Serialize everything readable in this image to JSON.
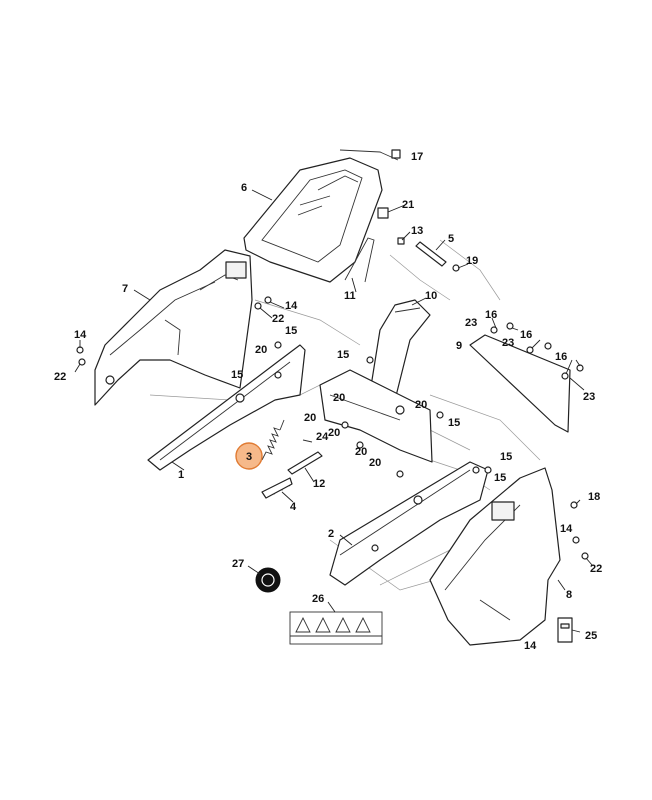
{
  "callouts": [
    {
      "id": "c17",
      "text": "17"
    },
    {
      "id": "c6",
      "text": "6"
    },
    {
      "id": "c21",
      "text": "21"
    },
    {
      "id": "c13",
      "text": "13"
    },
    {
      "id": "c5",
      "text": "5"
    },
    {
      "id": "c19",
      "text": "19"
    },
    {
      "id": "c11",
      "text": "11"
    },
    {
      "id": "c7",
      "text": "7"
    },
    {
      "id": "c14a",
      "text": "14"
    },
    {
      "id": "c22a",
      "text": "22"
    },
    {
      "id": "c15a",
      "text": "15"
    },
    {
      "id": "c10",
      "text": "10"
    },
    {
      "id": "c14b",
      "text": "14"
    },
    {
      "id": "c22b",
      "text": "22"
    },
    {
      "id": "c16a",
      "text": "16"
    },
    {
      "id": "c23a",
      "text": "23"
    },
    {
      "id": "c16b",
      "text": "16"
    },
    {
      "id": "c9",
      "text": "9"
    },
    {
      "id": "c23b",
      "text": "23"
    },
    {
      "id": "c16c",
      "text": "16"
    },
    {
      "id": "c23c",
      "text": "23"
    },
    {
      "id": "c20a",
      "text": "20"
    },
    {
      "id": "c15b",
      "text": "15"
    },
    {
      "id": "c15c",
      "text": "15"
    },
    {
      "id": "c20b",
      "text": "20"
    },
    {
      "id": "c20c",
      "text": "20"
    },
    {
      "id": "c20d",
      "text": "20"
    },
    {
      "id": "c15d",
      "text": "15"
    },
    {
      "id": "c24",
      "text": "24"
    },
    {
      "id": "c3",
      "text": "3"
    },
    {
      "id": "c20e",
      "text": "20"
    },
    {
      "id": "c20f",
      "text": "20"
    },
    {
      "id": "c1",
      "text": "1"
    },
    {
      "id": "c20g",
      "text": "20"
    },
    {
      "id": "c15e",
      "text": "15"
    },
    {
      "id": "c15f",
      "text": "15"
    },
    {
      "id": "c12",
      "text": "12"
    },
    {
      "id": "c4",
      "text": "4"
    },
    {
      "id": "c18",
      "text": "18"
    },
    {
      "id": "c2",
      "text": "2"
    },
    {
      "id": "c14c",
      "text": "14"
    },
    {
      "id": "c22c",
      "text": "22"
    },
    {
      "id": "c27",
      "text": "27"
    },
    {
      "id": "c26",
      "text": "26"
    },
    {
      "id": "c8",
      "text": "8"
    },
    {
      "id": "c25",
      "text": "25"
    },
    {
      "id": "c14d",
      "text": "14"
    }
  ],
  "highlight": {
    "text": "3",
    "color": "#f6b98a"
  }
}
